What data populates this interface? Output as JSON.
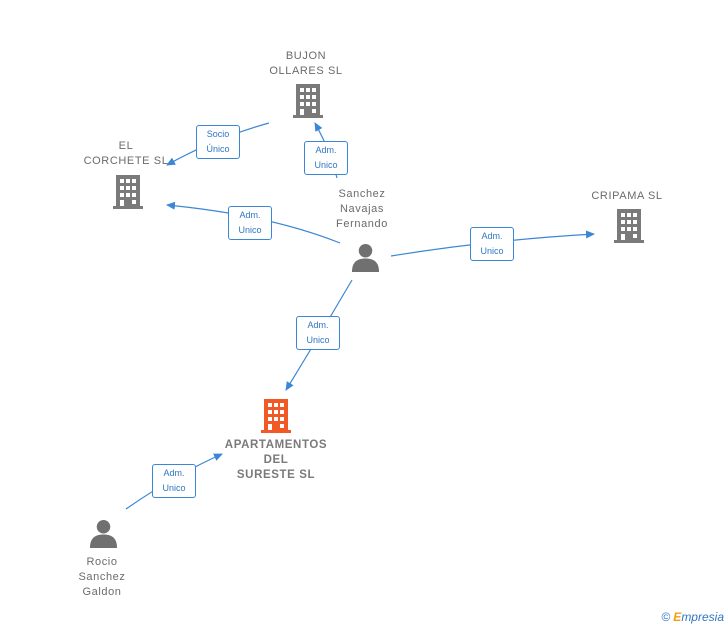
{
  "nodes": {
    "bujon": {
      "label": "BUJON\nOLLARES SL"
    },
    "corchete": {
      "label": "EL\nCORCHETE SL"
    },
    "sanchez": {
      "label": "Sanchez\nNavajas\nFernando"
    },
    "cripama": {
      "label": "CRIPAMA SL"
    },
    "apartamentos": {
      "label": "APARTAMENTOS\nDEL\nSURESTE SL"
    },
    "rocio": {
      "label": "Rocio\nSanchez\nGaldon"
    }
  },
  "edges": {
    "socio_unico": "Socio\nÚnico",
    "adm_bujon": "Adm.\nUnico",
    "adm_corchete": "Adm.\nUnico",
    "adm_cripama": "Adm.\nUnico",
    "adm_apartamentos": "Adm.\nUnico",
    "adm_rocio": "Adm.\nUnico"
  },
  "brand": {
    "copyright": "©",
    "e": "E",
    "rest": "mpresia"
  },
  "colors": {
    "company_icon": "#7a7a7a",
    "main_company_icon": "#f15a24",
    "person_icon": "#707070",
    "edge": "#3b86d6"
  }
}
